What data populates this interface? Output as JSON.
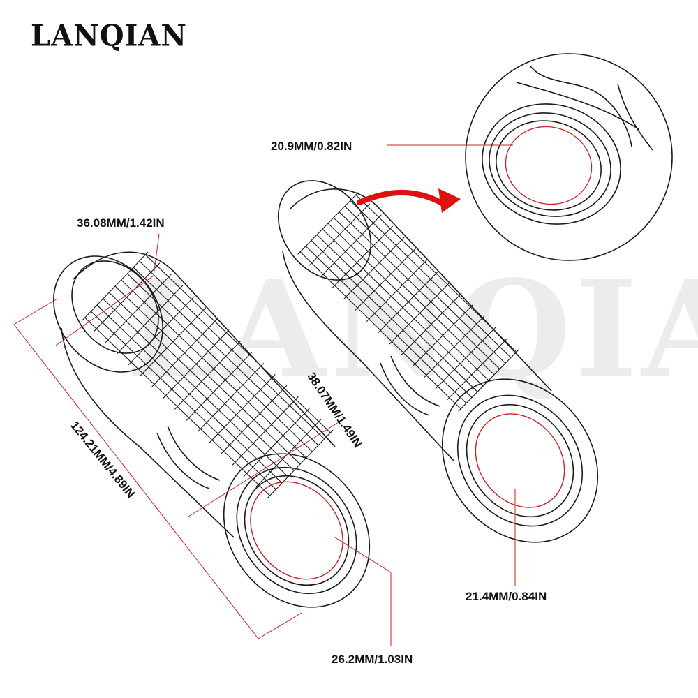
{
  "brand": {
    "logo_text": "LANQIAN"
  },
  "watermark": {
    "text": "LANQIAN"
  },
  "dimensions": {
    "overall_length": "124.21MM/4.89IN",
    "end_outer_diameter": "36.08MM/1.42IN",
    "grip_body_diameter": "38.07MM/1.49IN",
    "end_inner_diameter": "26.2MM/1.03IN",
    "detail_inner_diameter": "20.9MM/0.82IN",
    "bore_diameter": "21.4MM/0.84IN"
  },
  "colors": {
    "line": "#1a1a1a",
    "dimension_line": "#cc2020",
    "arrow": "#e01010"
  }
}
